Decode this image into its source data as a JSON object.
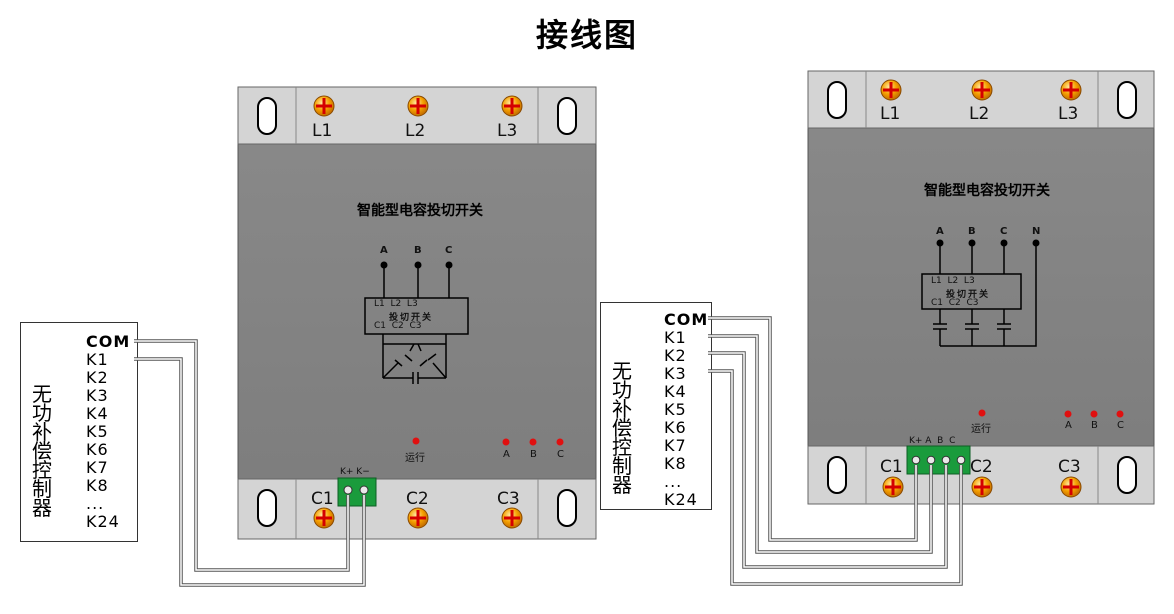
{
  "title": "接线图",
  "controller": {
    "name": "无功补偿控制器",
    "terminals": [
      "COM",
      "K1",
      "K2",
      "K3",
      "K4",
      "K5",
      "K6",
      "K7",
      "K8",
      "...",
      "K24"
    ]
  },
  "devices": [
    {
      "name": "智能型电容投切开关",
      "top_terminals": [
        "L1",
        "L2",
        "L3"
      ],
      "bottom_terminals": [
        "C1",
        "C2",
        "C3"
      ],
      "phases": [
        "A",
        "B",
        "C"
      ],
      "switch_lines": [
        "L1  L2  L3",
        "投切开关",
        "C1  C2  C3"
      ],
      "indicators": [
        "运行",
        "A",
        "B",
        "C"
      ],
      "connector_labels": "K+ K−"
    },
    {
      "name": "智能型电容投切开关",
      "top_terminals": [
        "L1",
        "L2",
        "L3"
      ],
      "bottom_terminals": [
        "C1",
        "C2",
        "C3"
      ],
      "phases": [
        "A",
        "B",
        "C",
        "N"
      ],
      "switch_lines": [
        "L1  L2  L3",
        "投切开关",
        "C1  C2  C3"
      ],
      "indicators": [
        "运行",
        "A",
        "B",
        "C"
      ],
      "connector_labels": "K+ A  B  C"
    }
  ],
  "colors": {
    "panel": "#8c8c8c",
    "rail": "#d6d6d6",
    "terminal": "#f5a000",
    "terminal_cross": "#d40000",
    "connector": "#1a9b3c",
    "led": "#e01010"
  }
}
